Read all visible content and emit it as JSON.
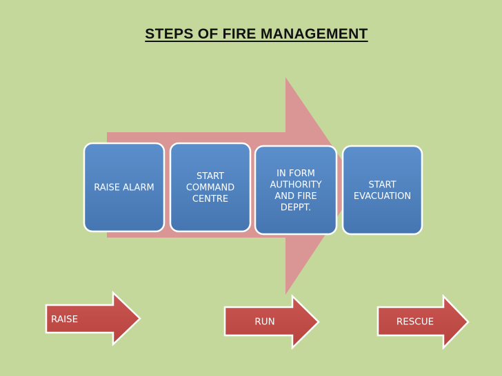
{
  "title": "STEPS OF FIRE MANAGEMENT",
  "colors": {
    "background": "#c5d89c",
    "big_arrow": "#d99694",
    "step_box": "#4f81bd",
    "small_arrow": "#c0504d"
  },
  "steps": [
    {
      "lines": [
        "RAISE ALARM"
      ]
    },
    {
      "lines": [
        "START",
        "COMMAND",
        "CENTRE"
      ]
    },
    {
      "lines": [
        "IN FORM",
        "AUTHORITY",
        "AND FIRE",
        "DEPPT."
      ]
    },
    {
      "lines": [
        "START",
        "EVACUATION"
      ]
    }
  ],
  "bottom_arrows": [
    {
      "label": "RAISE"
    },
    {
      "label": "RUN"
    },
    {
      "label": "RESCUE"
    }
  ]
}
